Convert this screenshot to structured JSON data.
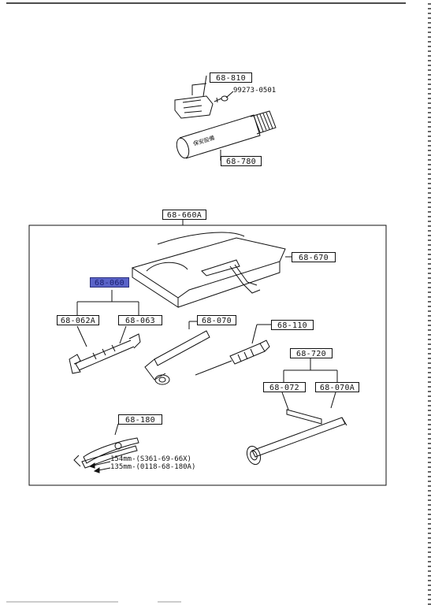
{
  "callouts": {
    "p_68_810": "68-810",
    "p_99273": "99273-0501",
    "p_68_780": "68-780",
    "p_68_660a": "68-660A",
    "p_68_670": "68-670",
    "p_68_060": "68-060",
    "p_68_062a": "68-062A",
    "p_68_063": "68-063",
    "p_68_070": "68-070",
    "p_68_110": "68-110",
    "p_68_720": "68-720",
    "p_68_072": "68-072",
    "p_68_070a": "68-070A",
    "p_68_180": "68-180"
  },
  "dimensions": {
    "d1": "154mm-(S361-69-66X)",
    "d2": "135mm-(0118-68-180A)"
  },
  "colors": {
    "highlight": "#5a63c8",
    "ink": "#111111"
  }
}
